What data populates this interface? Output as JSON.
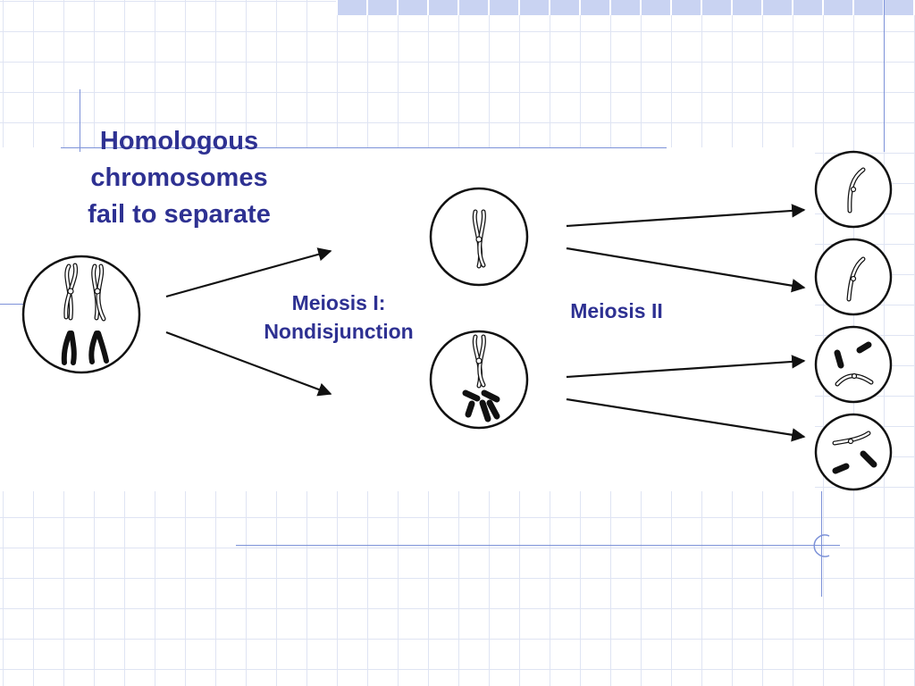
{
  "title": {
    "line1": "Homologous",
    "line2": "chromosomes",
    "line3": "fail to separate"
  },
  "labels": {
    "meiosis_one_line1": "Meiosis I:",
    "meiosis_one_line2": "Nondisjunction",
    "meiosis_two": "Meiosis II"
  },
  "colors": {
    "text": "#2e3192",
    "grid": "#dfe4f3",
    "accent_band": "#c9d3f2",
    "rule_line": "#7d92d8",
    "ink": "#111111"
  },
  "cells": {
    "parent": {
      "chromosome_pairs": 2
    },
    "meiosis_one_products": [
      {
        "content": "one light chromosome"
      },
      {
        "content": "one light chromosome and both dark chromosomes"
      }
    ],
    "gametes": [
      {
        "content": "one light chromatid"
      },
      {
        "content": "one light chromatid"
      },
      {
        "content": "one light chromatid and two dark chromatids"
      },
      {
        "content": "one light chromatid and two dark chromatids"
      }
    ]
  }
}
